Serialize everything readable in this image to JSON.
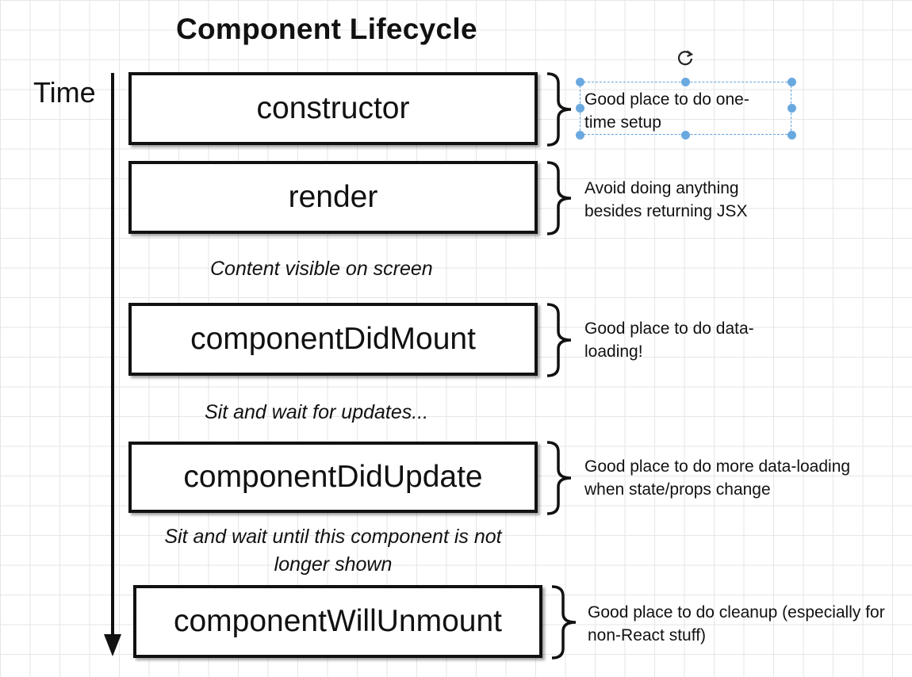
{
  "title": "Component Lifecycle",
  "time_label": "Time",
  "stages": [
    {
      "name": "constructor",
      "note": "Good place to do one-time setup"
    },
    {
      "name": "render",
      "note": "Avoid doing anything besides returning JSX"
    },
    {
      "name": "componentDidMount",
      "note": "Good place to do data-loading!"
    },
    {
      "name": "componentDidUpdate",
      "note": "Good place to do more data-loading when state/props change"
    },
    {
      "name": "componentWillUnmount",
      "note": "Good place to do cleanup (especially for non-React stuff)"
    }
  ],
  "between": {
    "after_render": "Content visible on screen",
    "after_mount": "Sit and wait for updates...",
    "after_update": "Sit and wait until this component is not longer shown"
  },
  "selection": {
    "handle_color": "#6aa9e0",
    "icon": "rotate-icon"
  }
}
